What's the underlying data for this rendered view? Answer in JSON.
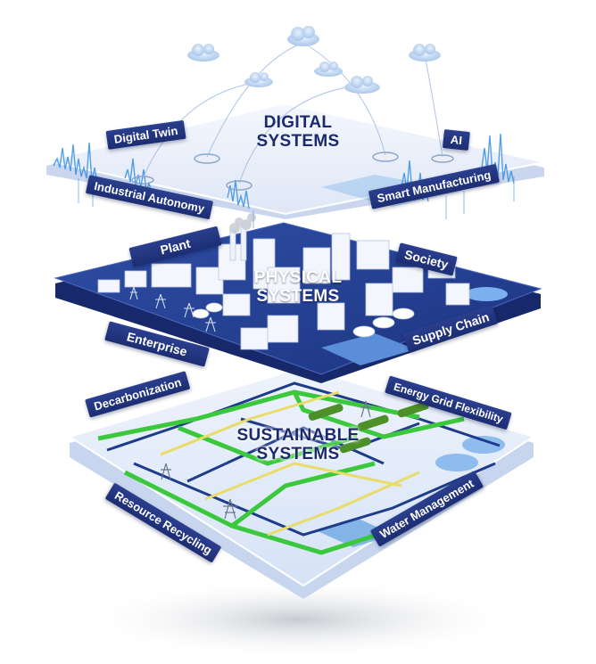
{
  "layers": {
    "digital": {
      "title_line1": "DIGITAL",
      "title_line2": "SYSTEMS",
      "labels": {
        "digital_twin": "Digital Twin",
        "ai": "AI",
        "industrial_autonomy": "Industrial Autonomy",
        "smart_manufacturing": "Smart Manufacturing"
      }
    },
    "physical": {
      "title_line1": "PHYSICAL",
      "title_line2": "SYSTEMS",
      "labels": {
        "plant": "Plant",
        "society": "Society",
        "enterprise": "Enterprise",
        "supply_chain": "Supply Chain"
      }
    },
    "sustainable": {
      "title_line1": "SUSTAINABLE",
      "title_line2": "SYSTEMS",
      "labels": {
        "decarbonization": "Decarbonization",
        "energy_grid_flexibility": "Energy Grid Flexibility",
        "resource_recycling": "Resource Recycling",
        "water_management": "Water Management"
      }
    }
  },
  "colors": {
    "navy": "#1c2d72",
    "physical_platform": "#24408f",
    "digital_platform": "#e7eefa",
    "sustainable_platform": "#dfe9f8",
    "pipe_green": "#3cc83c",
    "pipe_blue": "#1f3c8c",
    "pipe_yellow": "#e8dc6a",
    "wave_blue": "#3a8fe0"
  }
}
